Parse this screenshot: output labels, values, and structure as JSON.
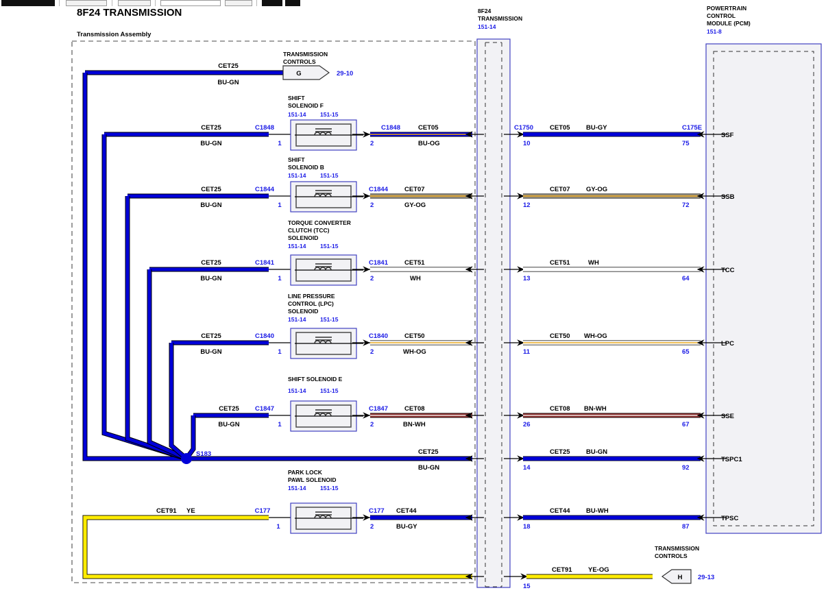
{
  "page": {
    "title": "8F24 TRANSMISSION",
    "assembly_label": "Transmission Assembly"
  },
  "toolbar": {
    "buttons": [
      "",
      "",
      "",
      "",
      "",
      "",
      ""
    ]
  },
  "center_connector": {
    "name_line1": "8F24",
    "name_line2": "TRANSMISSION",
    "ref": "151-14"
  },
  "pcm": {
    "name_line1": "POWERTRAIN",
    "name_line2": "CONTROL",
    "name_line3": "MODULE (PCM)",
    "ref": "151-8"
  },
  "splice": {
    "label": "S183"
  },
  "top_connector": {
    "title_line1": "TRANSMISSION",
    "title_line2": "CONTROLS",
    "letter": "G",
    "ref": "29-10",
    "wire_name": "CET25",
    "wire_color": "BU-GN"
  },
  "bottom_connector": {
    "title_line1": "TRANSMISSION",
    "title_line2": "CONTROLS",
    "letter": "H",
    "ref": "29-13",
    "wire_name": "CET91",
    "wire_color": "YE-OG",
    "pin": "15"
  },
  "colors": {
    "wire_blue": "#0000d8",
    "wire_blue_outline": "#000000",
    "wire_gray": "#9a8f6b",
    "wire_white": "#ffffff",
    "wire_orange": "#f0a800",
    "wire_brown": "#8b2f2f",
    "wire_yellow": "#ffec00",
    "blue_text": "#1a1ae6",
    "box_border": "#4040c0",
    "box_fill": "#f2f2f5"
  },
  "solenoids": [
    {
      "name_lines": [
        "SHIFT",
        "SOLENOID F"
      ],
      "ref_left": "151-14",
      "ref_right": "151-15",
      "left_wire_name": "CET25",
      "left_wire_color": "BU-GN",
      "left_connector": "C1848",
      "left_pin": "1",
      "right_connector": "C1848",
      "right_pin": "2",
      "mid_wire_name": "CET05",
      "mid_wire_color": "BU-OG",
      "right_connector2": "C1750",
      "right_pin2": "10",
      "far_wire_name": "CET05",
      "far_wire_color": "BU-GY",
      "pcm_connector": "C175E",
      "pcm_pin": "75",
      "pcm_label": "SSF"
    },
    {
      "name_lines": [
        "SHIFT",
        "SOLENOID B"
      ],
      "ref_left": "151-14",
      "ref_right": "151-15",
      "left_wire_name": "CET25",
      "left_wire_color": "BU-GN",
      "left_connector": "C1844",
      "left_pin": "1",
      "right_connector": "C1844",
      "right_pin": "2",
      "mid_wire_name": "CET07",
      "mid_wire_color": "GY-OG",
      "right_connector2": "",
      "right_pin2": "12",
      "far_wire_name": "CET07",
      "far_wire_color": "GY-OG",
      "pcm_connector": "",
      "pcm_pin": "72",
      "pcm_label": "SSB"
    },
    {
      "name_lines": [
        "TORQUE CONVERTER",
        "CLUTCH (TCC)",
        "SOLENOID"
      ],
      "ref_left": "151-14",
      "ref_right": "151-15",
      "left_wire_name": "CET25",
      "left_wire_color": "BU-GN",
      "left_connector": "C1841",
      "left_pin": "1",
      "right_connector": "C1841",
      "right_pin": "2",
      "mid_wire_name": "CET51",
      "mid_wire_color": "WH",
      "right_connector2": "",
      "right_pin2": "13",
      "far_wire_name": "CET51",
      "far_wire_color": "WH",
      "pcm_connector": "",
      "pcm_pin": "64",
      "pcm_label": "TCC"
    },
    {
      "name_lines": [
        "LINE PRESSURE",
        "CONTROL (LPC)",
        "SOLENOID"
      ],
      "ref_left": "151-14",
      "ref_right": "151-15",
      "left_wire_name": "CET25",
      "left_wire_color": "BU-GN",
      "left_connector": "C1840",
      "left_pin": "1",
      "right_connector": "C1840",
      "right_pin": "2",
      "mid_wire_name": "CET50",
      "mid_wire_color": "WH-OG",
      "right_connector2": "",
      "right_pin2": "11",
      "far_wire_name": "CET50",
      "far_wire_color": "WH-OG",
      "pcm_connector": "",
      "pcm_pin": "65",
      "pcm_label": "LPC"
    },
    {
      "name_lines": [
        "SHIFT SOLENOID E"
      ],
      "ref_left": "151-14",
      "ref_right": "151-15",
      "left_wire_name": "CET25",
      "left_wire_color": "BU-GN",
      "left_connector": "C1847",
      "left_pin": "1",
      "right_connector": "C1847",
      "right_pin": "2",
      "mid_wire_name": "CET08",
      "mid_wire_color": "BN-WH",
      "right_connector2": "",
      "right_pin2": "26",
      "far_wire_name": "CET08",
      "far_wire_color": "BN-WH",
      "pcm_connector": "",
      "pcm_pin": "67",
      "pcm_label": "SSE"
    },
    {
      "name_lines": [
        "PARK LOCK",
        "PAWL SOLENOID"
      ],
      "ref_left": "151-14",
      "ref_right": "151-15",
      "left_wire_name": "CET91",
      "left_wire_color": "YE",
      "left_connector": "C177",
      "left_pin": "1",
      "right_connector": "C177",
      "right_pin": "2",
      "mid_wire_name": "CET44",
      "mid_wire_color": "BU-GY",
      "right_connector2": "",
      "right_pin2": "18",
      "far_wire_name": "CET44",
      "far_wire_color": "BU-WH",
      "pcm_connector": "",
      "pcm_pin": "87",
      "pcm_label": "TPSC"
    }
  ],
  "splice_row": {
    "mid_wire_name": "CET25",
    "mid_wire_color": "BU-GN",
    "right_pin2": "14",
    "far_wire_name": "CET25",
    "far_wire_color": "BU-GN",
    "pcm_pin": "92",
    "pcm_label": "TSPC1"
  }
}
